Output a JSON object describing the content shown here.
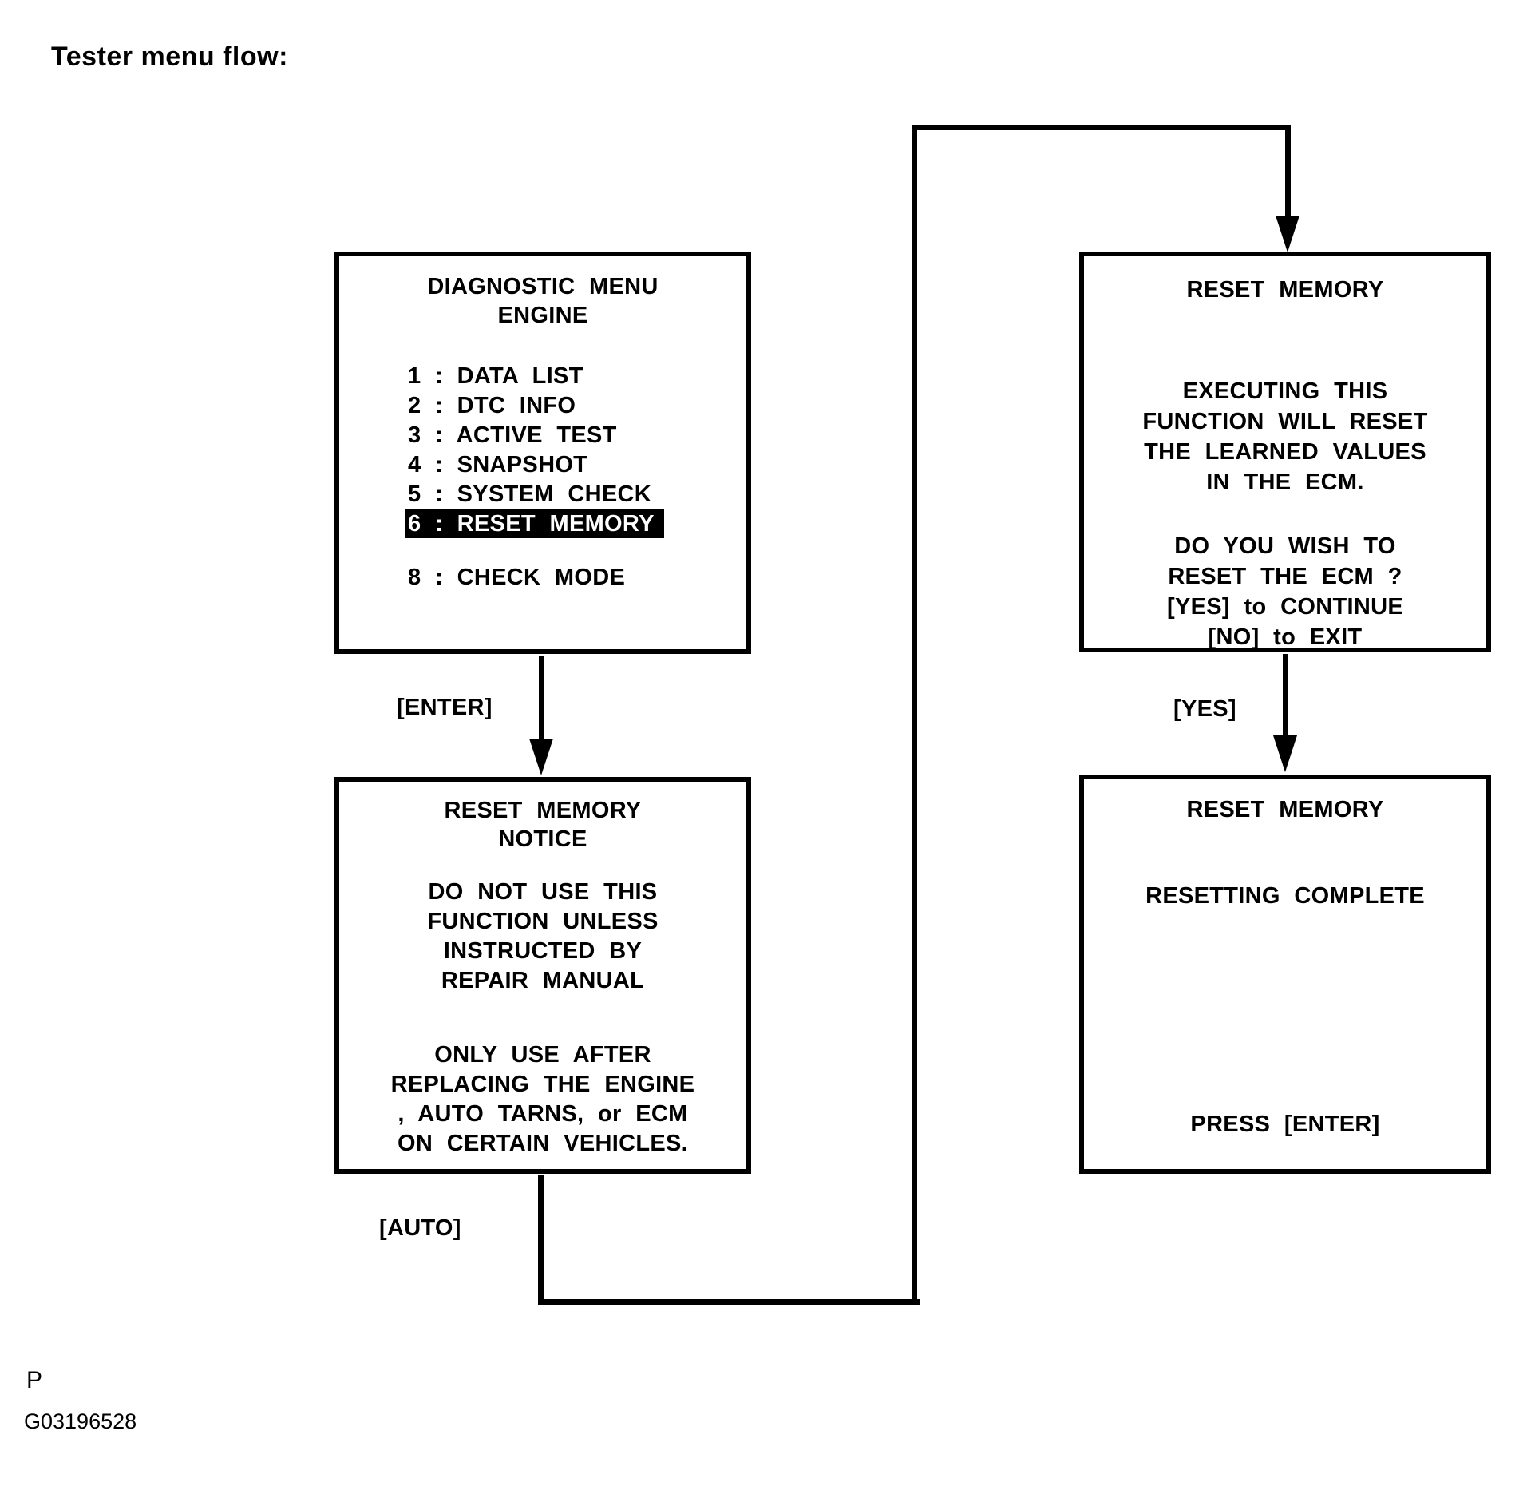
{
  "page": {
    "title": "Tester menu flow:",
    "footer_mark": "P",
    "figure_code": "G03196528"
  },
  "colors": {
    "ink": "#000000",
    "paper": "#ffffff",
    "highlight_bg": "#000000",
    "highlight_fg": "#ffffff"
  },
  "edges": {
    "enter_label": "[ENTER]",
    "auto_label": "[AUTO]",
    "yes_label": "[YES]"
  },
  "screens": {
    "diagnostic_menu": {
      "title_line1": "DIAGNOSTIC MENU",
      "title_line2": "ENGINE",
      "highlighted_item_index": 5,
      "items": [
        {
          "label": "1 : DATA LIST",
          "highlighted": false
        },
        {
          "label": "2 : DTC INFO",
          "highlighted": false
        },
        {
          "label": "3 : ACTIVE TEST",
          "highlighted": false
        },
        {
          "label": "4 : SNAPSHOT",
          "highlighted": false
        },
        {
          "label": "5 : SYSTEM CHECK",
          "highlighted": false
        },
        {
          "label": "6 : RESET MEMORY",
          "highlighted": true
        },
        {
          "label": "8 : CHECK MODE",
          "highlighted": false
        }
      ]
    },
    "reset_memory_confirm": {
      "title": "RESET MEMORY",
      "body1": [
        "EXECUTING THIS",
        "FUNCTION WILL RESET",
        "THE LEARNED VALUES",
        "IN THE ECM."
      ],
      "body2": [
        "DO YOU WISH TO",
        "RESET THE ECM ?",
        "[YES] to CONTINUE",
        "[NO] to EXIT"
      ]
    },
    "reset_memory_notice": {
      "title_line1": "RESET MEMORY",
      "title_line2": "NOTICE",
      "body1": [
        "DO NOT USE THIS",
        "FUNCTION UNLESS",
        "INSTRUCTED BY",
        "REPAIR MANUAL"
      ],
      "body2": [
        "ONLY USE AFTER",
        "REPLACING THE ENGINE",
        ", AUTO TARNS, or ECM",
        "ON CERTAIN VEHICLES."
      ]
    },
    "reset_memory_complete": {
      "title": "RESET MEMORY",
      "status": "RESETTING COMPLETE",
      "prompt": "PRESS [ENTER]"
    }
  }
}
